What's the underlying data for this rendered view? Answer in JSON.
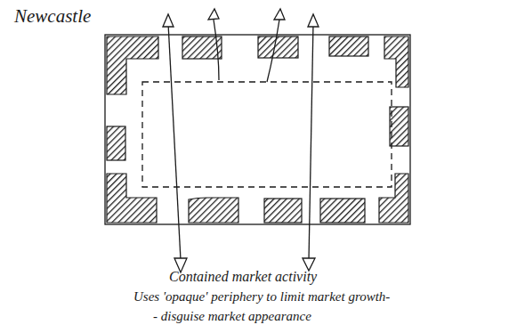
{
  "diagram": {
    "title": "Newcastle",
    "labels": [
      "Contained market activity",
      "Uses 'opaque' periphery to limit market growth-",
      "- disguise market appearance"
    ]
  }
}
